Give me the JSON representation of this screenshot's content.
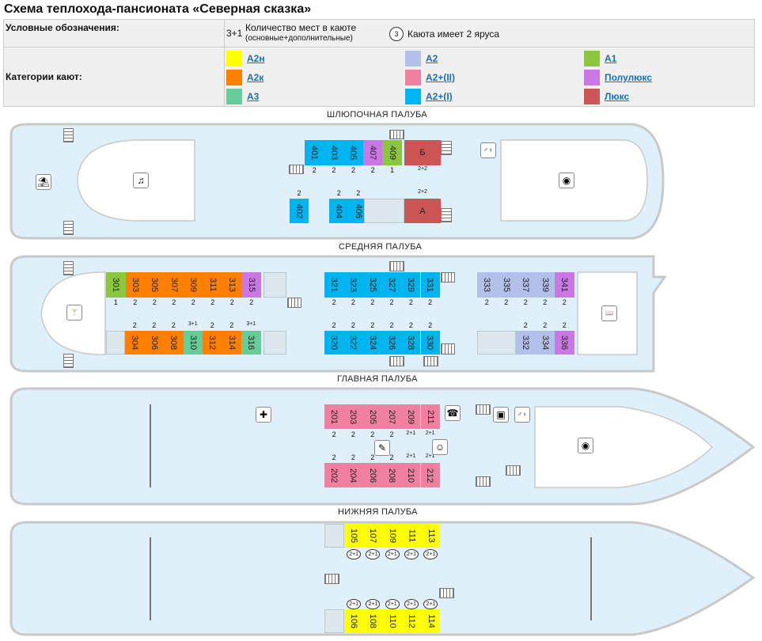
{
  "title": "Схема теплохода-пансионата «Северная сказка»",
  "legend": {
    "label": "Условные обозначения:",
    "places_sample": "3+1",
    "places_text": "Количество мест в каюте",
    "places_sub": "(основные+дополнительные)",
    "tier_sample": "3",
    "tier_text": "Каюта имеет 2 яруса",
    "categories_label": "Категории кают:",
    "categories": [
      {
        "name": "А2н",
        "color": "#ffff00"
      },
      {
        "name": "А2к",
        "color": "#ff8000"
      },
      {
        "name": "А3",
        "color": "#66cc99"
      },
      {
        "name": "А2",
        "color": "#b3c0ea"
      },
      {
        "name": "А2+(II)",
        "color": "#f080a0"
      },
      {
        "name": "А2+(I)",
        "color": "#00b4f0"
      },
      {
        "name": "А1",
        "color": "#8cc63f"
      },
      {
        "name": "Полулюкс",
        "color": "#cc77e6"
      },
      {
        "name": "Люкс",
        "color": "#cc5555"
      }
    ]
  },
  "decks": [
    {
      "name": "ШЛЮПОЧНАЯ ПАЛУБА",
      "cabins": [
        {
          "no": "401",
          "places": "2"
        },
        {
          "no": "403",
          "places": "2"
        },
        {
          "no": "405",
          "places": "2"
        },
        {
          "no": "407",
          "places": "2"
        },
        {
          "no": "409",
          "places": "1"
        },
        {
          "no": "Б",
          "places": "2+2"
        },
        {
          "no": "402",
          "places": "2"
        },
        {
          "no": "404",
          "places": "2"
        },
        {
          "no": "406",
          "places": "2"
        },
        {
          "no": "А",
          "places": "2+2"
        }
      ]
    },
    {
      "name": "СРЕДНЯЯ ПАЛУБА",
      "cabins": [
        {
          "no": "301",
          "places": "1"
        },
        {
          "no": "303",
          "places": "2"
        },
        {
          "no": "305",
          "places": "2"
        },
        {
          "no": "307",
          "places": "2"
        },
        {
          "no": "309",
          "places": "2"
        },
        {
          "no": "311",
          "places": "2"
        },
        {
          "no": "313",
          "places": "2"
        },
        {
          "no": "315",
          "places": "2"
        },
        {
          "no": "304",
          "places": "2"
        },
        {
          "no": "306",
          "places": "2"
        },
        {
          "no": "308",
          "places": "2"
        },
        {
          "no": "310",
          "places": "3+1"
        },
        {
          "no": "312",
          "places": "2"
        },
        {
          "no": "314",
          "places": "2"
        },
        {
          "no": "316",
          "places": "3+1"
        },
        {
          "no": "321",
          "places": "2"
        },
        {
          "no": "323",
          "places": "2"
        },
        {
          "no": "325",
          "places": "2"
        },
        {
          "no": "327",
          "places": "2"
        },
        {
          "no": "329",
          "places": "2"
        },
        {
          "no": "331",
          "places": "2"
        },
        {
          "no": "320",
          "places": "2"
        },
        {
          "no": "322",
          "places": "2"
        },
        {
          "no": "324",
          "places": "2"
        },
        {
          "no": "326",
          "places": "2"
        },
        {
          "no": "328",
          "places": "2"
        },
        {
          "no": "330",
          "places": "2"
        },
        {
          "no": "333",
          "places": "2"
        },
        {
          "no": "335",
          "places": "2"
        },
        {
          "no": "337",
          "places": "2"
        },
        {
          "no": "339",
          "places": "2"
        },
        {
          "no": "341",
          "places": "2"
        },
        {
          "no": "332",
          "places": "2"
        },
        {
          "no": "334",
          "places": "2"
        },
        {
          "no": "336",
          "places": "2"
        }
      ]
    },
    {
      "name": "ГЛАВНАЯ ПАЛУБА",
      "cabins": [
        {
          "no": "201",
          "places": "2"
        },
        {
          "no": "203",
          "places": "2"
        },
        {
          "no": "205",
          "places": "2"
        },
        {
          "no": "207",
          "places": "2"
        },
        {
          "no": "209",
          "places": "2+1"
        },
        {
          "no": "211",
          "places": "2+1"
        },
        {
          "no": "202",
          "places": "2"
        },
        {
          "no": "204",
          "places": "2"
        },
        {
          "no": "206",
          "places": "2"
        },
        {
          "no": "208",
          "places": "2"
        },
        {
          "no": "210",
          "places": "2+1"
        },
        {
          "no": "212",
          "places": "2+1"
        }
      ]
    },
    {
      "name": "НИЖНЯЯ ПАЛУБА",
      "cabins": [
        {
          "no": "105",
          "places": "2+1"
        },
        {
          "no": "107",
          "places": "2+1"
        },
        {
          "no": "109",
          "places": "2+1"
        },
        {
          "no": "111",
          "places": "2+1"
        },
        {
          "no": "113",
          "places": "2+1"
        },
        {
          "no": "106",
          "places": "2+1"
        },
        {
          "no": "108",
          "places": "2+1"
        },
        {
          "no": "110",
          "places": "2+1"
        },
        {
          "no": "112",
          "places": "2+1"
        },
        {
          "no": "114",
          "places": "2+1"
        }
      ]
    }
  ],
  "icons": {
    "beach": "beach-icon",
    "music": "headphones-icon",
    "wc": "toilet-icon",
    "restaurant": "restaurant-icon",
    "bar": "cocktail-icon",
    "library": "reading-icon",
    "medical": "first-aid-icon",
    "info": "info-desk-icon",
    "iron": "iron-icon",
    "admin": "administrator-icon",
    "safe": "safe-icon"
  }
}
